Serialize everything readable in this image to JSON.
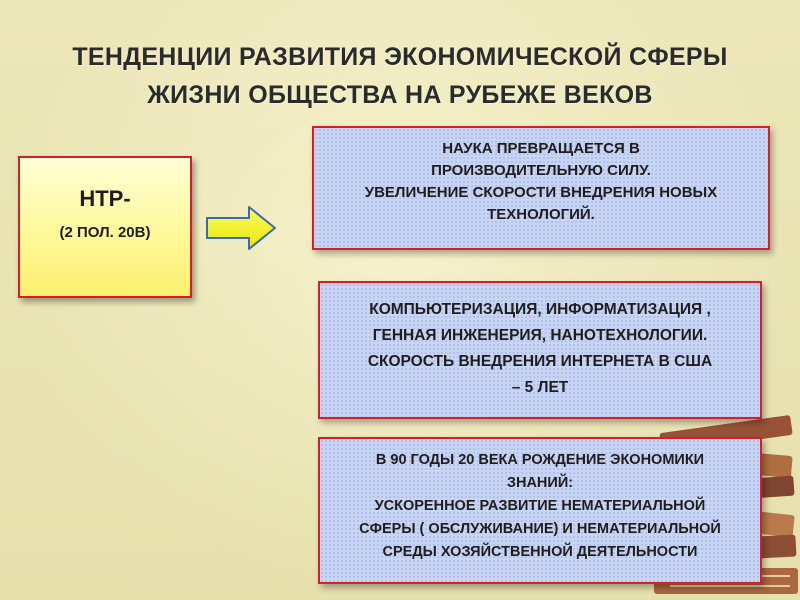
{
  "slide": {
    "title": {
      "line1": "ТЕНДЕНЦИИ  РАЗВИТИЯ  ЭКОНОМИЧЕСКОЙ  СФЕРЫ",
      "line2": "ЖИЗНИ ОБЩЕСТВА  НА РУБЕЖЕ ВЕКОВ"
    },
    "htr": {
      "label": "НТР-",
      "period": "(2 ПОЛ. 20В)"
    },
    "box1": {
      "line1": "НАУКА  ПРЕВРАЩАЕТСЯ В",
      "line2": "ПРОИЗВОДИТЕЛЬНУЮ СИЛУ.",
      "line3": "УВЕЛИЧЕНИЕ  СКОРОСТИ ВНЕДРЕНИЯ НОВЫХ",
      "line4": "ТЕХНОЛОГИЙ."
    },
    "box2": {
      "line1": "КОМПЬЮТЕРИЗАЦИЯ, ИНФОРМАТИЗАЦИЯ ,",
      "line2": "ГЕННАЯ  ИНЖЕНЕРИЯ, НАНОТЕХНОЛОГИИ.",
      "line3": "СКОРОСТЬ ВНЕДРЕНИЯ  ИНТЕРНЕТА   В США",
      "line4": "– 5 ЛЕТ"
    },
    "box3": {
      "line1": "В 90  ГОДЫ 20 ВЕКА  РОЖДЕНИЕ ЭКОНОМИКИ",
      "line2": "ЗНАНИЙ:",
      "line3": "УСКОРЕННОЕ РАЗВИТИЕ  НЕМАТЕРИАЛЬНОЙ",
      "line4": "СФЕРЫ ( ОБСЛУЖИВАНИЕ)  И НЕМАТЕРИАЛЬНОЙ",
      "line5": "СРЕДЫ  ХОЗЯЙСТВЕННОЙ ДЕЯТЕЛЬНОСТИ"
    }
  },
  "colors": {
    "background": "#e9e4b4",
    "border": "#d61e2a",
    "htr_fill": "#fff99a",
    "box_fill": "#c9d5f5",
    "arrow_fill": "#f4f41a",
    "arrow_stroke": "#3a6ab0"
  }
}
